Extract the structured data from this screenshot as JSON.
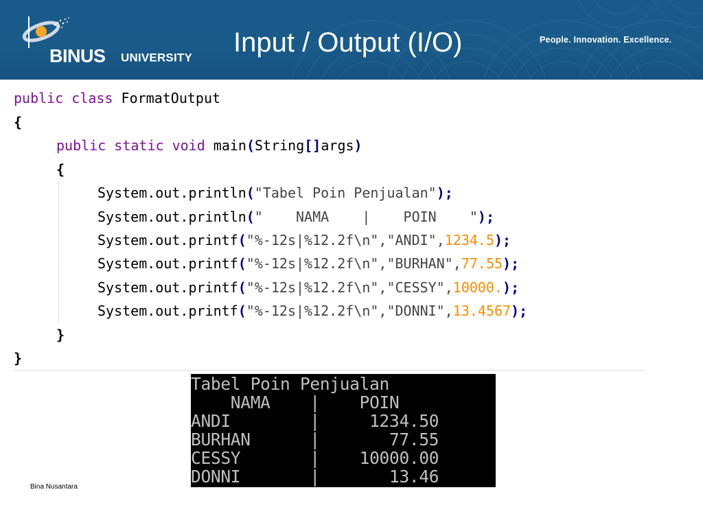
{
  "header": {
    "logo_wordmark": "BINUS",
    "logo_university": "UNIVERSITY",
    "title": "Input / Output (I/O)",
    "tagline": "People. Innovation. Excellence."
  },
  "colors": {
    "header_background": "#195a89",
    "keyword": "#7f0f9c",
    "number": "#ff8c00",
    "console_background": "#000000",
    "console_text": "#c0c0c0"
  },
  "code": {
    "line1": {
      "kw": "public class",
      "rest": " FormatOutput"
    },
    "line2": {
      "brace": "{"
    },
    "line3": {
      "kw": "public static void",
      "name": " main",
      "open": "(",
      "arg": "String",
      "brk": "[]",
      "argname": "args",
      "close": ")"
    },
    "line4": {
      "brace": "{"
    },
    "line5": {
      "call": "System.out.println",
      "open": "(",
      "str": "\"Tabel Poin Penjualan\"",
      "close": ");"
    },
    "line6": {
      "call": "System.out.println",
      "open": "(",
      "str": "\"    NAMA    |    POIN    \"",
      "close": ");"
    },
    "line7": {
      "call": "System.out.printf",
      "open": "(",
      "str": "\"%-12s|%12.2f\\n\",\"ANDI\",",
      "num": "1234.5",
      "close": ");"
    },
    "line8": {
      "call": "System.out.printf",
      "open": "(",
      "str": "\"%-12s|%12.2f\\n\",\"BURHAN\",",
      "num": "77.55",
      "close": ");"
    },
    "line9": {
      "call": "System.out.printf",
      "open": "(",
      "str": "\"%-12s|%12.2f\\n\",\"CESSY\",",
      "num": "10000.",
      "close": ");"
    },
    "line10": {
      "call": "System.out.printf",
      "open": "(",
      "str": "\"%-12s|%12.2f\\n\",\"DONNI\",",
      "num": "13.4567",
      "close": ");"
    },
    "line11": {
      "brace": "}"
    },
    "line12": {
      "brace": "}"
    }
  },
  "console": {
    "lines": [
      "Tabel Poin Penjualan",
      "    NAMA    |    POIN",
      "ANDI        |     1234.50",
      "BURHAN      |       77.55",
      "CESSY       |    10000.00",
      "DONNI       |       13.46"
    ]
  },
  "footer": {
    "text": "Bina Nusantara"
  }
}
